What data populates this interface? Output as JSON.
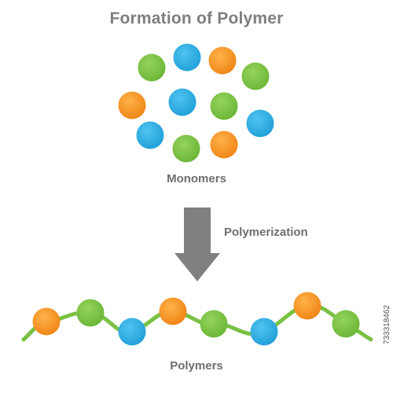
{
  "title": "Formation of Polymer",
  "labels": {
    "monomers": "Monomers",
    "process": "Polymerization",
    "polymers": "Polymers"
  },
  "stock_id": "733318462",
  "colors": {
    "orange": "#f7931e",
    "blue": "#29abe2",
    "green": "#7ac143",
    "arrow": "#7f7f7f",
    "chain": "#7ac143"
  },
  "monomers": [
    "green",
    "blue",
    "orange",
    "green",
    "orange",
    "blue",
    "green",
    "blue",
    "blue",
    "green",
    "orange"
  ],
  "polymer_beads": [
    "orange",
    "green",
    "blue",
    "orange",
    "green",
    "blue",
    "orange",
    "green"
  ]
}
